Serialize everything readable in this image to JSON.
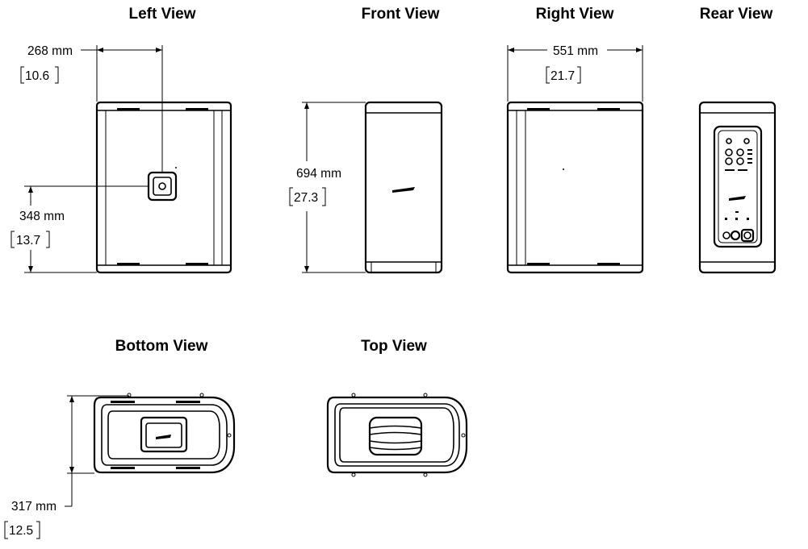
{
  "views": {
    "left": "Left View",
    "front": "Front View",
    "right": "Right View",
    "rear": "Rear View",
    "bottom": "Bottom View",
    "top": "Top View"
  },
  "dimensions": {
    "left_depth_mm": "268 mm",
    "left_depth_in": "10.6",
    "left_handle_mm": "348 mm",
    "left_handle_in": "13.7",
    "height_mm": "694 mm",
    "height_in": "27.3",
    "width_mm": "551 mm",
    "width_in": "21.7",
    "bottom_depth_mm": "317 mm",
    "bottom_depth_in": "12.5"
  }
}
